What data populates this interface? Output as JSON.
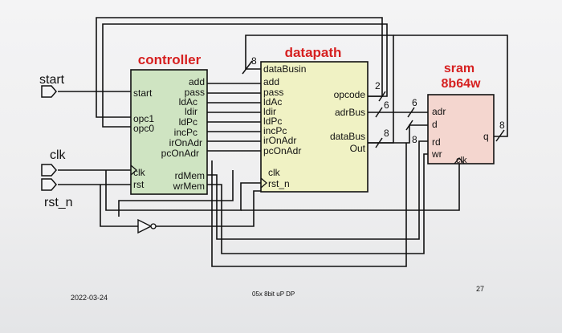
{
  "controller": {
    "title": "controller",
    "inputs": [
      "start",
      "opc1",
      "opc0",
      "clk",
      "rst"
    ],
    "outputs": [
      "add",
      "pass",
      "ldAc",
      "ldir",
      "ldPc",
      "incPc",
      "irOnAdr",
      "pcOnAdr",
      "rdMem",
      "wrMem"
    ]
  },
  "datapath": {
    "title": "datapath",
    "inputs": [
      "dataBusin",
      "add",
      "pass",
      "ldAc",
      "ldir",
      "ldPc",
      "incPc",
      "irOnAdr",
      "pcOnAdr",
      "clk",
      "rst_n"
    ],
    "outputs": [
      "opcode",
      "adrBus",
      "dataBus",
      "Out"
    ]
  },
  "sram": {
    "title_line1": "sram",
    "title_line2": "8b64w",
    "inputs": [
      "adr",
      "d",
      "rd",
      "wr",
      "clk"
    ],
    "outputs": [
      "q"
    ]
  },
  "external_signals": {
    "start": "start",
    "clk": "clk",
    "rst_n": "rst_n"
  },
  "bus_widths": {
    "databus_in": "8",
    "opcode": "2",
    "adrbus": "6",
    "sram_adr": "6",
    "databus": "8",
    "sram_d": "8",
    "sram_q": "8"
  },
  "footer": {
    "date": "2022-03-24",
    "caption": "05x 8bit uP DP",
    "page_number": "27"
  },
  "colors": {
    "controller_fill": "#cfe4c2",
    "datapath_fill": "#f0f2c4",
    "sram_fill": "#f4d6cf",
    "title_red": "#d62020"
  }
}
